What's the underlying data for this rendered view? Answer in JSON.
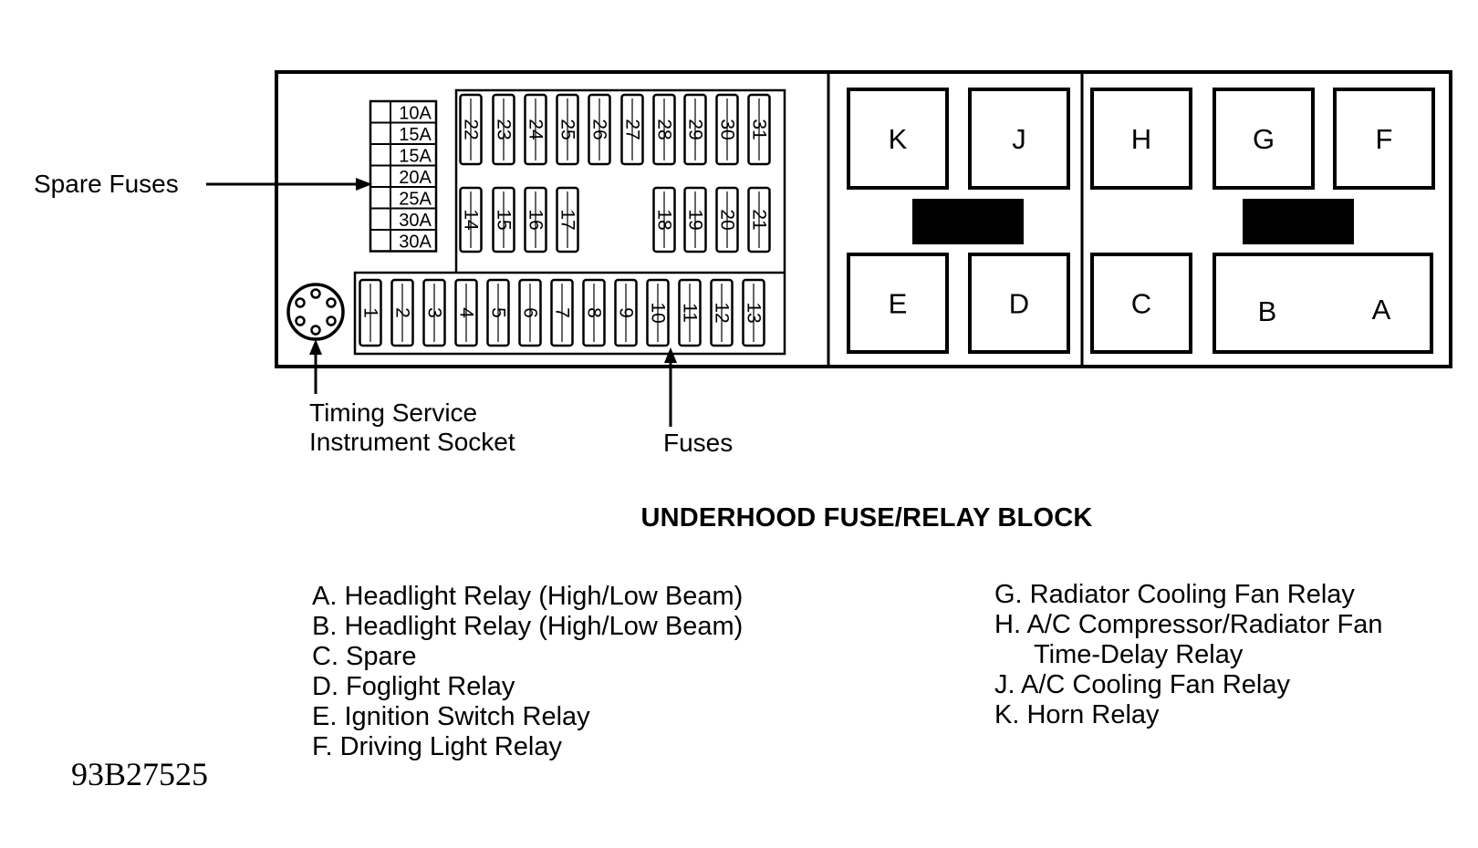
{
  "labels": {
    "spare_fuses": "Spare Fuses",
    "timing_socket_line1": "Timing Service",
    "timing_socket_line2": "Instrument Socket",
    "fuses": "Fuses"
  },
  "spare_fuse_ratings": [
    "10A",
    "15A",
    "15A",
    "20A",
    "25A",
    "30A",
    "30A"
  ],
  "fuse_numbers": {
    "top_row": [
      "22",
      "23",
      "24",
      "25",
      "26",
      "27",
      "28",
      "29",
      "30",
      "31"
    ],
    "middle_left": [
      "14",
      "15",
      "16",
      "17"
    ],
    "middle_right": [
      "18",
      "19",
      "20",
      "21"
    ],
    "bottom_row": [
      "1",
      "2",
      "3",
      "4",
      "5",
      "6",
      "7",
      "8",
      "9",
      "10",
      "11",
      "12",
      "13"
    ]
  },
  "relays": {
    "upper": [
      "K",
      "J",
      "H",
      "G",
      "F"
    ],
    "lower": [
      "E",
      "D",
      "C",
      "B",
      "A"
    ]
  },
  "title": "UNDERHOOD FUSE/RELAY BLOCK",
  "legend_left": [
    "A. Headlight Relay (High/Low Beam)",
    "B. Headlight Relay (High/Low Beam)",
    "C. Spare",
    "D. Foglight Relay",
    "E. Ignition Switch Relay",
    "F. Driving Light Relay"
  ],
  "legend_right": [
    "G. Radiator Cooling Fan Relay",
    "H. A/C Compressor/Radiator Fan",
    "Time-Delay Relay",
    "J. A/C Cooling Fan Relay",
    "K. Horn Relay"
  ],
  "figure_id": "93B27525"
}
